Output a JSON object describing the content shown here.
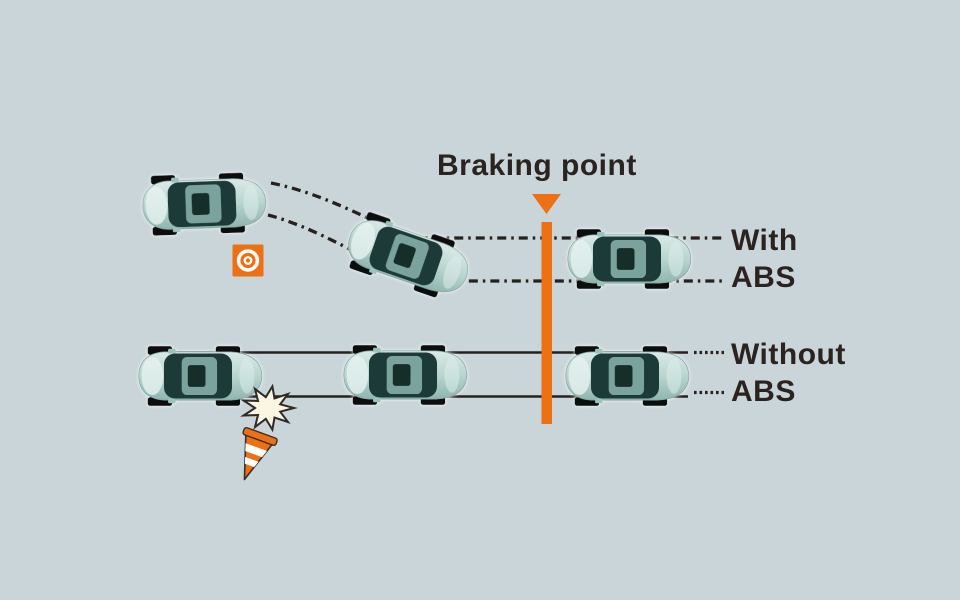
{
  "diagram": {
    "title_label": "Braking point",
    "legend": {
      "with_abs": {
        "line1": "With",
        "line2": "ABS"
      },
      "without_abs": {
        "line1": "Without",
        "line2": "ABS"
      }
    },
    "rows": [
      {
        "name": "with-abs",
        "car_count": 3,
        "path_style": "dotted-curved-swerve"
      },
      {
        "name": "without-abs",
        "car_count": 3,
        "path_style": "straight-solid"
      }
    ]
  },
  "icons": {
    "braking_point_marker": "orange-down-triangle-over-vertical-line",
    "target": "bullseye-target-icon",
    "crash": "crash-starburst-icon",
    "cone": "fallen-traffic-cone-icon"
  },
  "colors": {
    "background": "#c9d5d9",
    "accent_orange": "#ed7014",
    "ink": "#26211e",
    "text": "#2a231f",
    "car_body_light": "#d9eae7",
    "car_body_mid": "#b9d5d0",
    "car_body_dark": "#8fb5af",
    "car_cabin": "#1e3b39",
    "car_roof": "#7aa39d",
    "car_sunroof": "#152e2c",
    "wheel": "#0e1111",
    "star_fill": "#faf6e3"
  }
}
